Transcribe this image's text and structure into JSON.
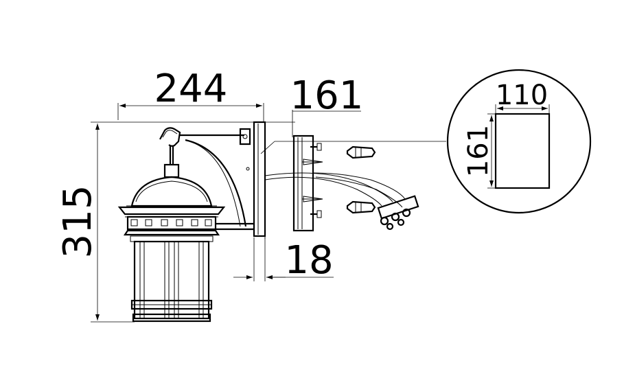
{
  "dimensions": {
    "width_label": "244",
    "height_label": "315",
    "projection_label": "161",
    "plate_thickness_label": "18",
    "detail_width_label": "110",
    "detail_height_label": "161"
  },
  "colors": {
    "line": "#000000",
    "background": "#ffffff"
  }
}
